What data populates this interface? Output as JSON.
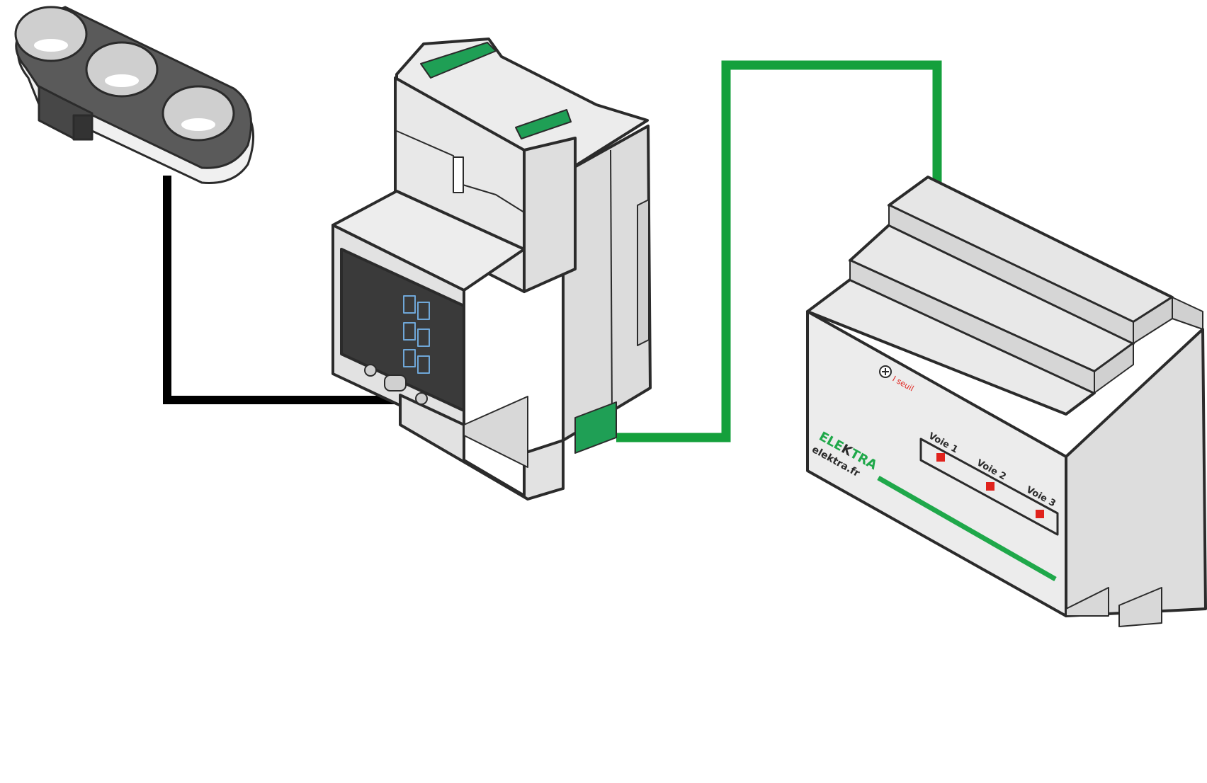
{
  "colors": {
    "cable_black": "#000000",
    "cable_green": "#14a03c",
    "housing_light": "#e6e6e6",
    "housing_mid": "#d4d4d4",
    "outline": "#2b2b2b",
    "display": "#3a3a3a",
    "terminal_green": "#1f9f55",
    "sensor_body": "#5a5a5a",
    "led_red": "#e0221c",
    "brand_green": "#1fa84a"
  },
  "icons": {
    "sensor": "triple-hole-current-sensor-icon",
    "meter": "din-rail-meter-icon",
    "controller": "din-rail-controller-icon"
  },
  "controller": {
    "threshold_label": "I seuil",
    "brand_part1": "ELE",
    "brand_part2": "K",
    "brand_part3": "TRA",
    "website": "elektra.fr",
    "channels": [
      "Voie 1",
      "Voie 2",
      "Voie 3"
    ]
  }
}
